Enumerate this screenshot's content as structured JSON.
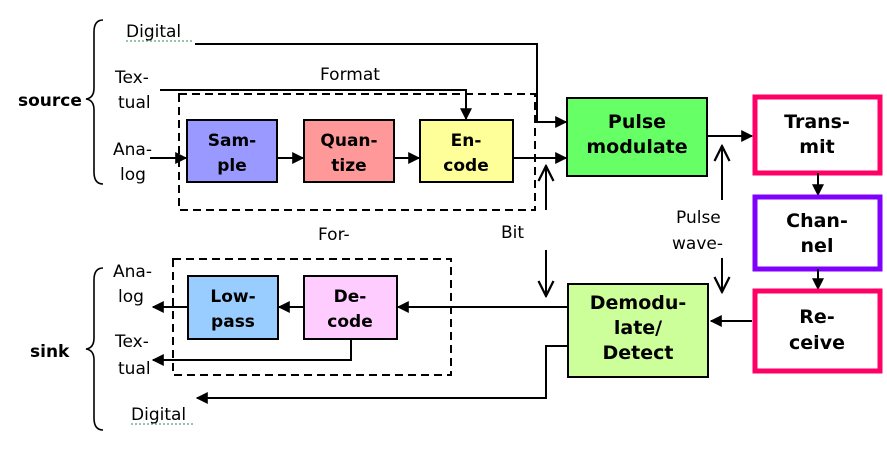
{
  "colors": {
    "sample": "#9999ff",
    "quantize": "#ff9999",
    "encode": "#ffff99",
    "pulse_modulate": "#66ff66",
    "transmit_border": "#ff0066",
    "channel_border": "#8000ff",
    "receive_border": "#ff0066",
    "demodulate": "#ccff99",
    "lowpass": "#99ccff",
    "decode": "#ffccff"
  },
  "source": {
    "label": "source",
    "digital": "Digital",
    "textual_1": "Tex-",
    "textual_2": "tual",
    "analog_1": "Ana-",
    "analog_2": "log"
  },
  "sink": {
    "label": "sink",
    "analog_1": "Ana-",
    "analog_2": "log",
    "textual_1": "Tex-",
    "textual_2": "tual",
    "digital": "Digital"
  },
  "blocks": {
    "sample": [
      "Sam-",
      "ple"
    ],
    "quantize": [
      "Quan-",
      "tize"
    ],
    "encode": [
      "En-",
      "code"
    ],
    "pulse_modulate": [
      "Pulse",
      "modulate"
    ],
    "transmit": [
      "Trans-",
      "mit"
    ],
    "channel": [
      "Chan-",
      "nel"
    ],
    "receive": [
      "Re-",
      "ceive"
    ],
    "demodulate": [
      "Demodu-",
      "late/",
      "Detect"
    ],
    "lowpass": [
      "Low-",
      "pass"
    ],
    "decode": [
      "De-",
      "code"
    ]
  },
  "labels": {
    "format_top": "Format",
    "format_bottom": "For-",
    "bit": "Bit",
    "pulse_1": "Pulse",
    "pulse_2": "wave-"
  }
}
